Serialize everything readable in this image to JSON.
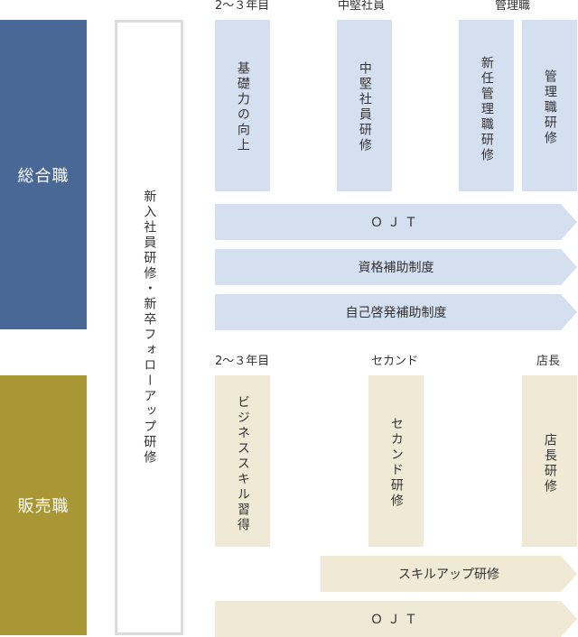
{
  "colors": {
    "sogo_category": "#4a6896",
    "hanbai_category": "#a99634",
    "blue_box": "#d4dff0",
    "beige_box": "#efe9d6",
    "newhire_border": "#dcdcdc"
  },
  "categories": {
    "sogo": "総合職",
    "hanbai": "販売職"
  },
  "newhire": "新入社員研修・新卒フォローアップ研修",
  "sogo": {
    "headers": {
      "year23": "2～３年目",
      "chuken": "中堅社員",
      "kanri": "管理職"
    },
    "boxes": {
      "kiso": "基礎力の向上",
      "chuken_kenshu": "中堅社員研修",
      "shinnin_kanri": "新任管理職研修",
      "kanri_kenshu": "管理職研修"
    },
    "bars": {
      "ojt": "ＯＪＴ",
      "shikaku": "資格補助制度",
      "jiko": "自己啓発補助制度"
    }
  },
  "hanbai": {
    "headers": {
      "year23": "2～３年目",
      "second": "セカンド",
      "tencho": "店長"
    },
    "boxes": {
      "business": "ビジネススキル習得",
      "second_kenshu": "セカンド研修",
      "tencho_kenshu": "店長研修"
    },
    "bars": {
      "skillup": "スキルアップ研修",
      "ojt": "ＯＪＴ"
    }
  }
}
